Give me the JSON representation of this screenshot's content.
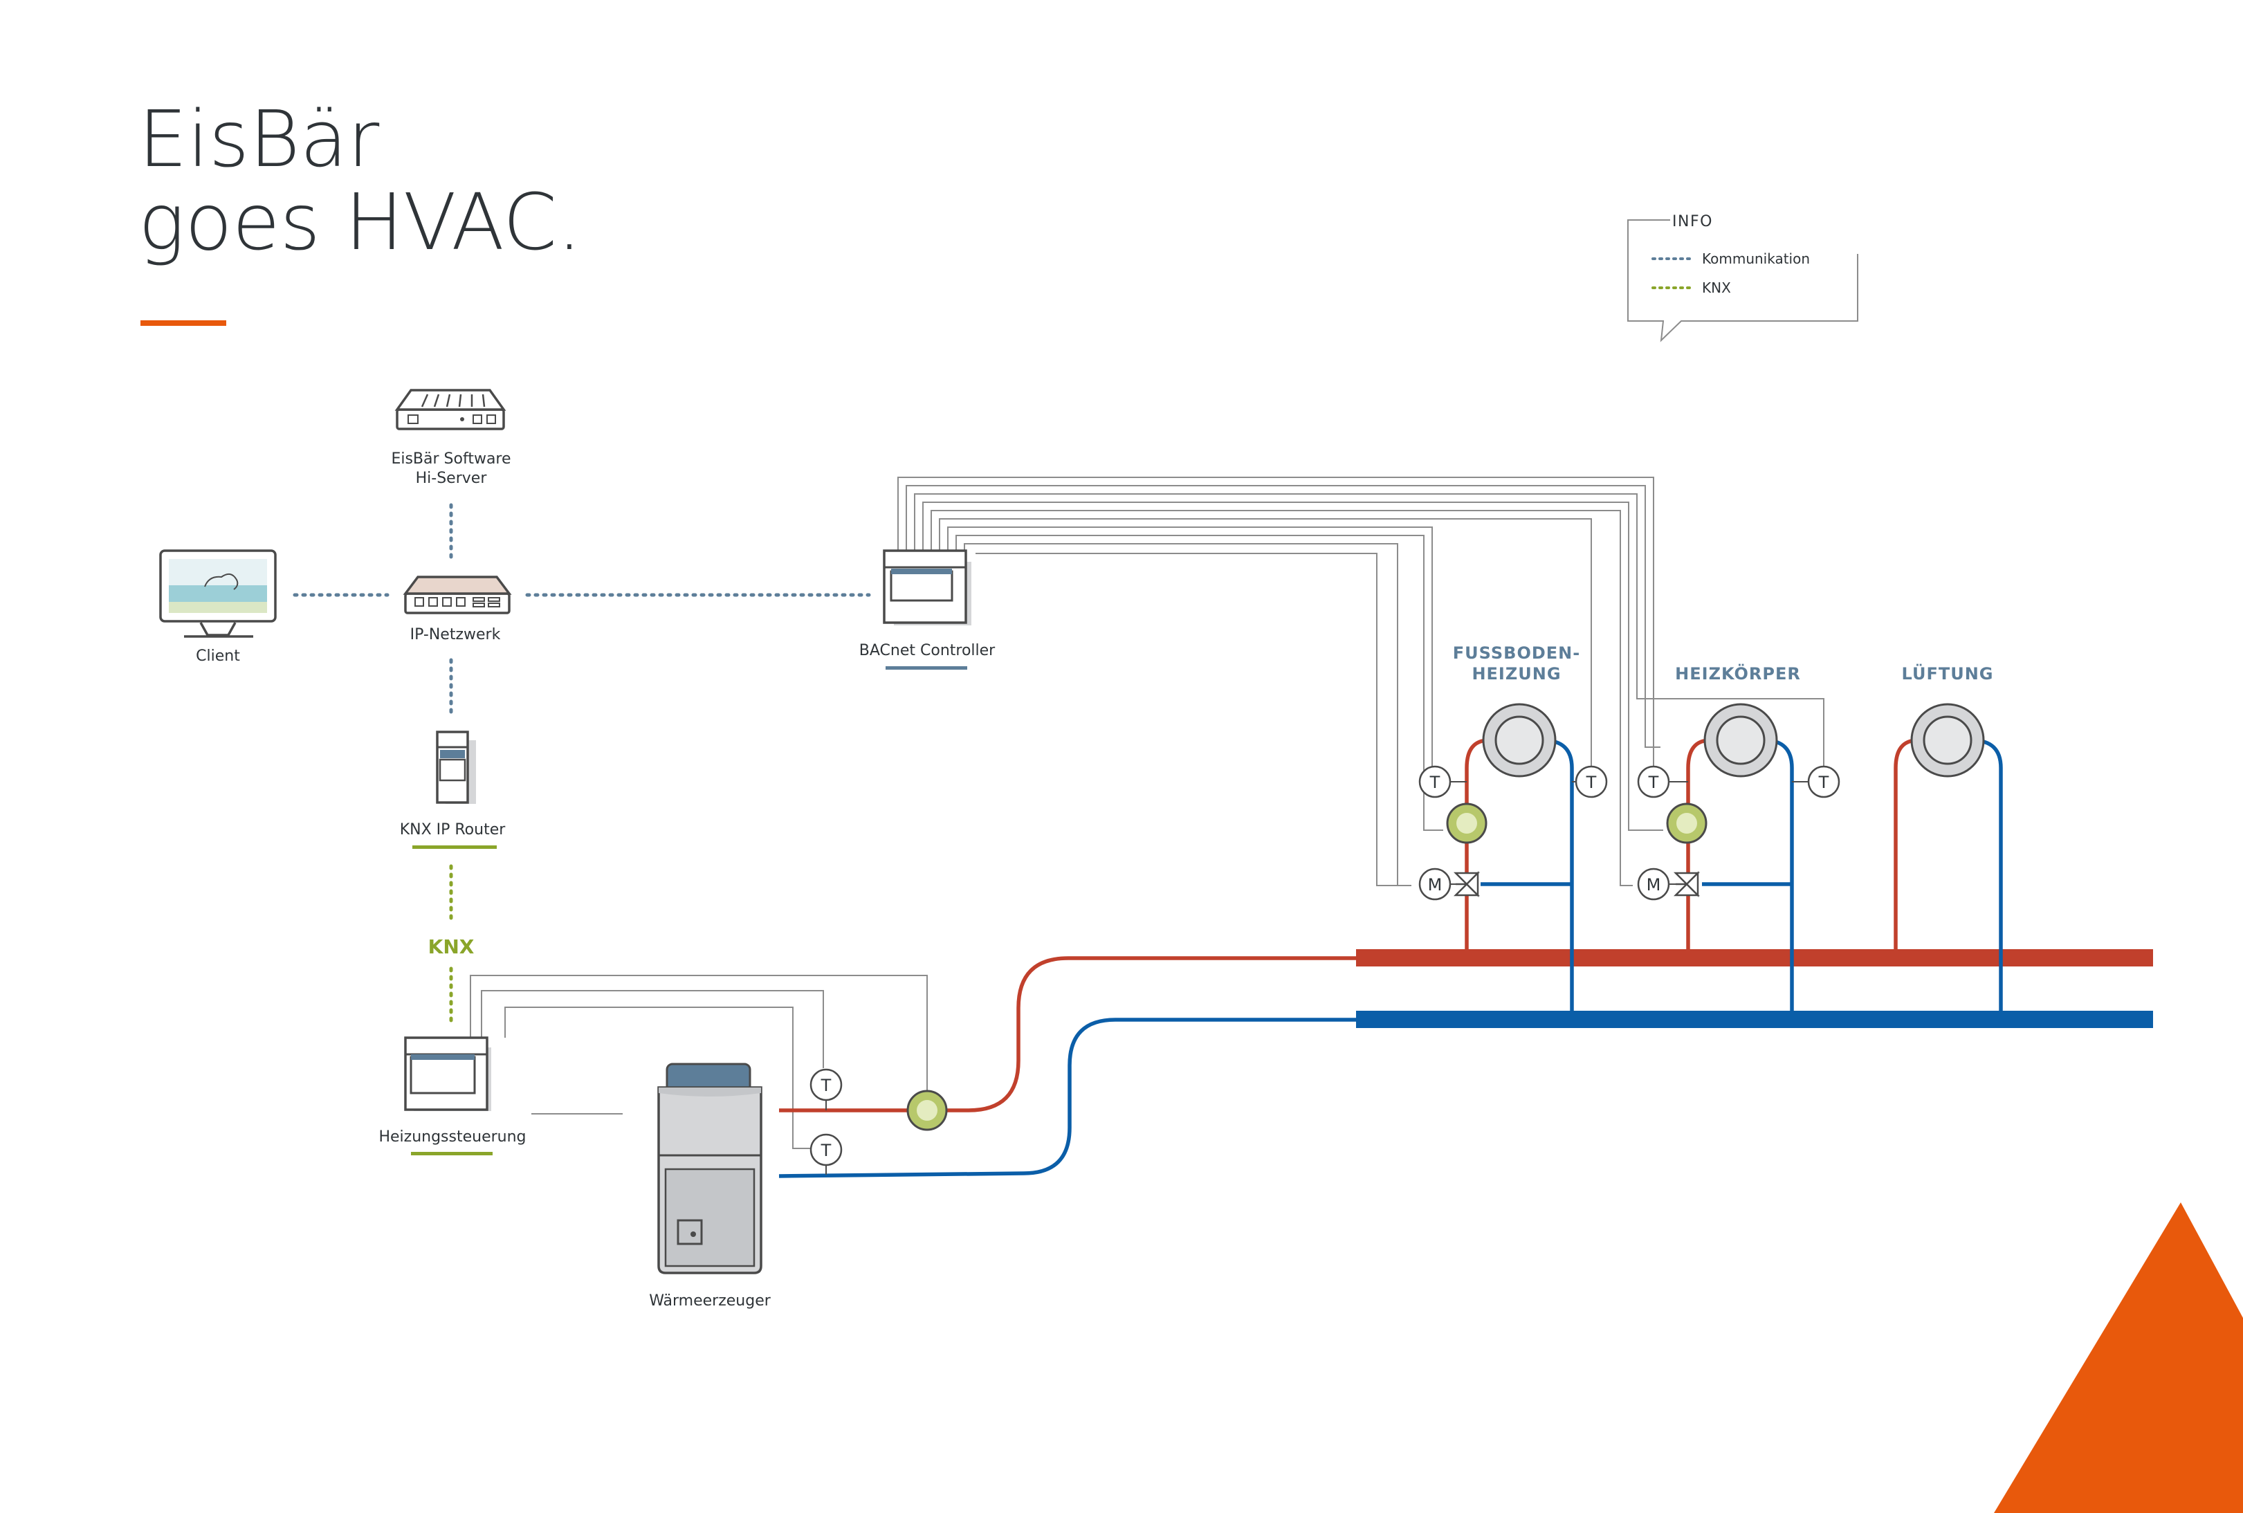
{
  "title": {
    "line1": "EisBär",
    "line2": "goes HVAC."
  },
  "info": {
    "title": "INFO",
    "items": [
      {
        "label": "Kommunikation",
        "color": "#5d7e99"
      },
      {
        "label": "KNX",
        "color": "#8aa52a"
      }
    ]
  },
  "devices": {
    "server": {
      "line1": "EisBär Software",
      "line2": "Hi-Server"
    },
    "client": "Client",
    "network": "IP-Netzwerk",
    "bacnet": "BACnet Controller",
    "router": "KNX IP Router",
    "knx": "KNX",
    "heating_control": "Heizungssteuerung",
    "heat_generator": "Wärmeerzeuger"
  },
  "circuits": {
    "floor": {
      "line1": "FUSSBODEN-",
      "line2": "HEIZUNG"
    },
    "radiator": "HEIZKÖRPER",
    "ventilation": "LÜFTUNG"
  },
  "symbols": {
    "temp": "T",
    "motor": "M"
  },
  "colors": {
    "accent": "#e8590c",
    "supply": "#c1402c",
    "return": "#0b5ea8",
    "communication": "#5d7e99",
    "knx": "#8aa52a"
  }
}
